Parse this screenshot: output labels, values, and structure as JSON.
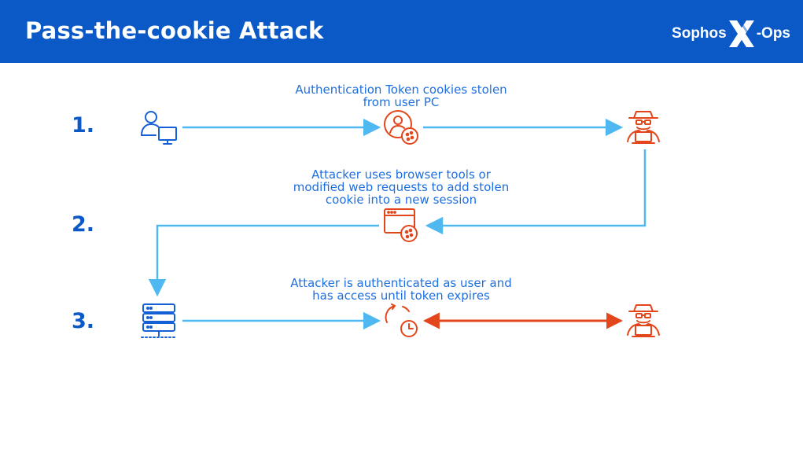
{
  "header": {
    "title": "Pass-the-cookie Attack",
    "logo_left": "Sophos",
    "logo_right": "-Ops",
    "logo_mark": "X"
  },
  "steps": [
    {
      "number": "1.",
      "caption_lines": [
        "Authentication Token cookies stolen",
        "from user PC"
      ]
    },
    {
      "number": "2.",
      "caption_lines": [
        "Attacker uses browser tools or",
        "modified web requests to add stolen",
        "cookie into a new session"
      ]
    },
    {
      "number": "3.",
      "caption_lines": [
        "Attacker is authenticated as user and",
        "has access until token expires"
      ]
    }
  ],
  "icons": {
    "user_pc": "user-computer-icon",
    "stolen_cookie": "user-cookie-icon",
    "attacker": "hacker-icon",
    "browser_cookie": "browser-cookie-icon",
    "server": "server-icon",
    "session_timer": "session-timer-icon"
  },
  "colors": {
    "header_bg": "#0a59c7",
    "step_number": "#0a59c7",
    "caption": "#1f6fe0",
    "flow_arrow": "#4fb8f0",
    "attack_arrow": "#e2461a",
    "user_icon": "#1560d4",
    "attacker_icon": "#e2461a"
  }
}
